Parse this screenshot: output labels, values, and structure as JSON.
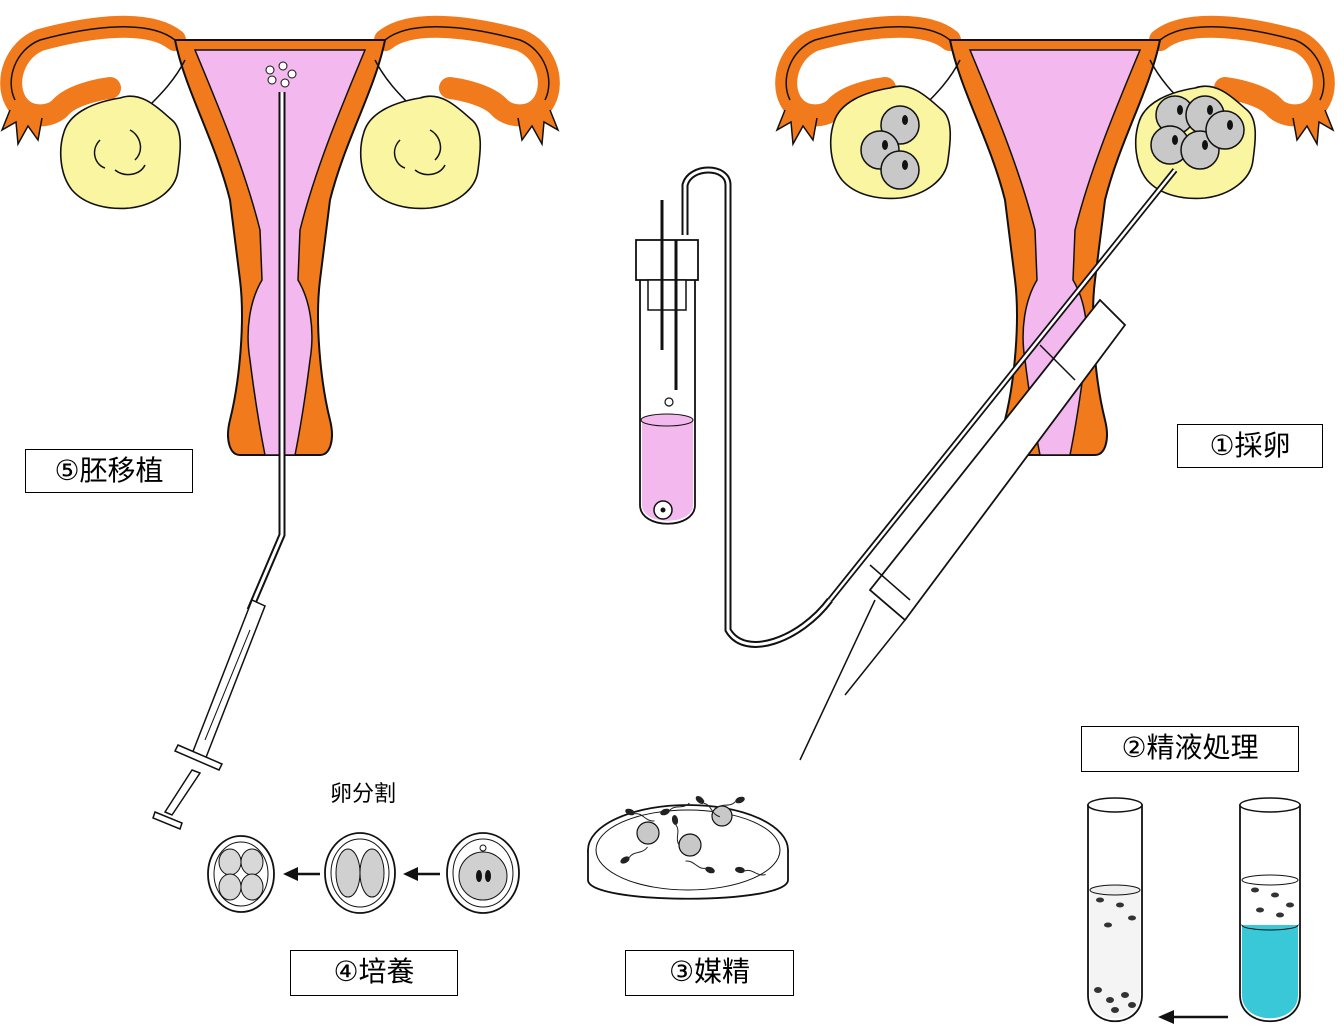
{
  "labels": {
    "step1": "①採卵",
    "step2": "②精液処理",
    "step3": "③媒精",
    "step4": "④培養",
    "step5": "⑤胚移植",
    "cleavage": "卵分割"
  },
  "colors": {
    "uterus_wall": "#F07A1C",
    "uterus_cavity": "#F3B8EE",
    "ovary": "#FAF5A0",
    "follicle": "#C8C8C8",
    "medium_blue": "#38C8D8",
    "outline": "#111111"
  },
  "icons": [
    "uterus",
    "ovary",
    "follicle",
    "aspiration-needle",
    "ultrasound-probe",
    "collection-tube",
    "centrifuge-tube",
    "petri-dish",
    "sperm",
    "egg",
    "embryo",
    "catheter",
    "syringe",
    "arrow-left"
  ]
}
